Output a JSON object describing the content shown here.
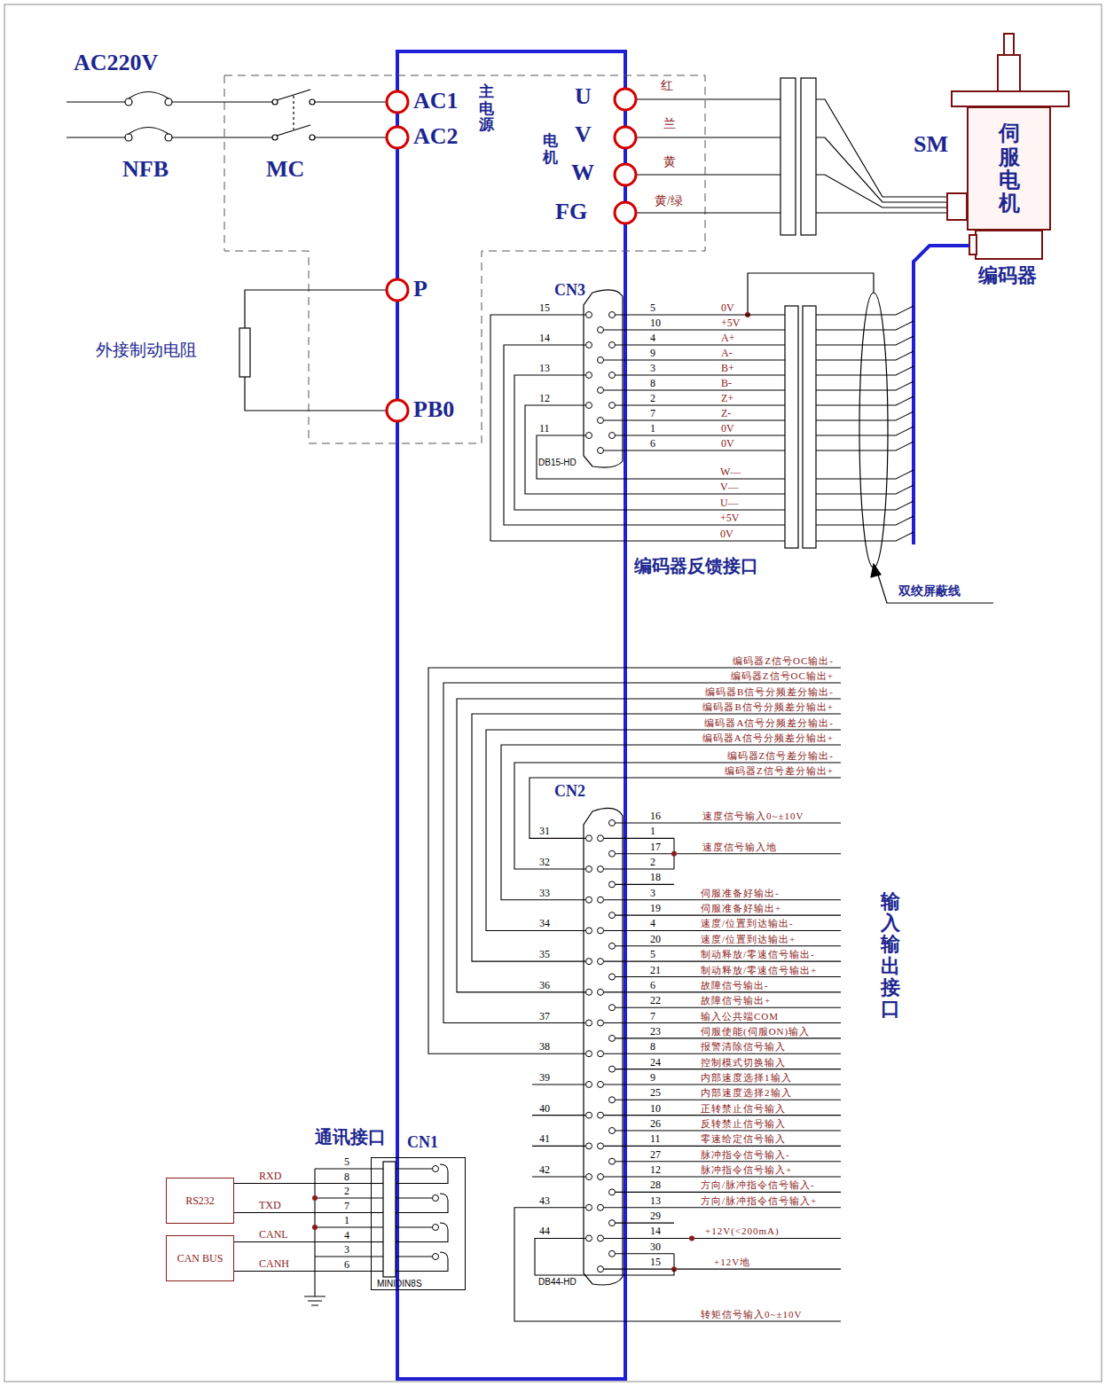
{
  "diagram": {
    "nodes": [
      {
        "text": [
          "伺服电机"
        ]
      },
      {
        "text": [
          "RS232"
        ]
      },
      {
        "text": [
          "CAN BUS"
        ]
      },
      {
        "text": [
          "CN1",
          "MINIDIN8S"
        ]
      }
    ],
    "edges": [
      {
        "from": 1,
        "to": 3,
        "arrow": "none",
        "label": "RXD"
      },
      {
        "from": 1,
        "to": 3,
        "arrow": "none",
        "label": "TXD"
      },
      {
        "from": 2,
        "to": 3,
        "arrow": "none",
        "label": "CANL"
      },
      {
        "from": 2,
        "to": 3,
        "arrow": "none",
        "label": "CANH"
      }
    ],
    "labels": [
      "AC220V",
      "NFB",
      "MC",
      "AC1",
      "AC2",
      "主电源",
      "电机",
      "U",
      "V",
      "W",
      "FG",
      "红",
      "兰",
      "黄",
      "黄/绿",
      "SM",
      "编码器",
      "P",
      "PB0",
      "外接制动电阻",
      "CN3",
      "DB15-HD",
      "15",
      "14",
      "13",
      "12",
      "11",
      "5",
      "10",
      "4",
      "9",
      "3",
      "8",
      "2",
      "7",
      "1",
      "6",
      "0V",
      "+5V",
      "A+",
      "A-",
      "B+",
      "B-",
      "Z+",
      "Z-",
      "0V",
      "0V",
      "W—",
      "V—",
      "U—",
      "+5V",
      "0V",
      "编码器反馈接口",
      "双绞屏蔽线",
      "编码器Z信号OC输出-",
      "编码器Z信号OC输出+",
      "编码器B信号分频差分输出-",
      "编码器B信号分频差分输出+",
      "编码器A信号分频差分输出-",
      "编码器A信号分频差分输出+",
      "编码器Z信号差分输出-",
      "编码器Z信号差分输出+",
      "CN2",
      "31",
      "32",
      "33",
      "34",
      "35",
      "36",
      "37",
      "38",
      "39",
      "40",
      "41",
      "42",
      "43",
      "44",
      "16",
      "1",
      "17",
      "2",
      "18",
      "3",
      "19",
      "4",
      "20",
      "5",
      "21",
      "6",
      "22",
      "7",
      "23",
      "8",
      "24",
      "9",
      "25",
      "10",
      "26",
      "11",
      "27",
      "12",
      "28",
      "13",
      "29",
      "14",
      "30",
      "15",
      "速度信号输入0~±10V",
      "速度信号输入地",
      "伺服准备好输出-",
      "伺服准备好输出+",
      "速度/位置到达输出-",
      "速度/位置到达输出+",
      "制动释放/零速信号输出-",
      "制动释放/零速信号输出+",
      "故障信号输出-",
      "故障信号输出+",
      "输入公共端COM",
      "伺服使能(伺服ON)输入",
      "报警清除信号输入",
      "控制模式切换输入",
      "内部速度选择1输入",
      "内部速度选择2输入",
      "正转禁止信号输入",
      "反转禁止信号输入",
      "零速给定信号输入",
      "脉冲指令信号输入-",
      "脉冲指令信号输入+",
      "方向/脉冲指令信号输入-",
      "方向/脉冲指令信号输入+",
      "+12V(<200mA)",
      "+12V地",
      "转矩信号输入0~±10V",
      "输入输出接口",
      "DB44-HD",
      "通讯接口",
      "5",
      "8",
      "2",
      "7",
      "1",
      "4",
      "3",
      "6"
    ]
  }
}
